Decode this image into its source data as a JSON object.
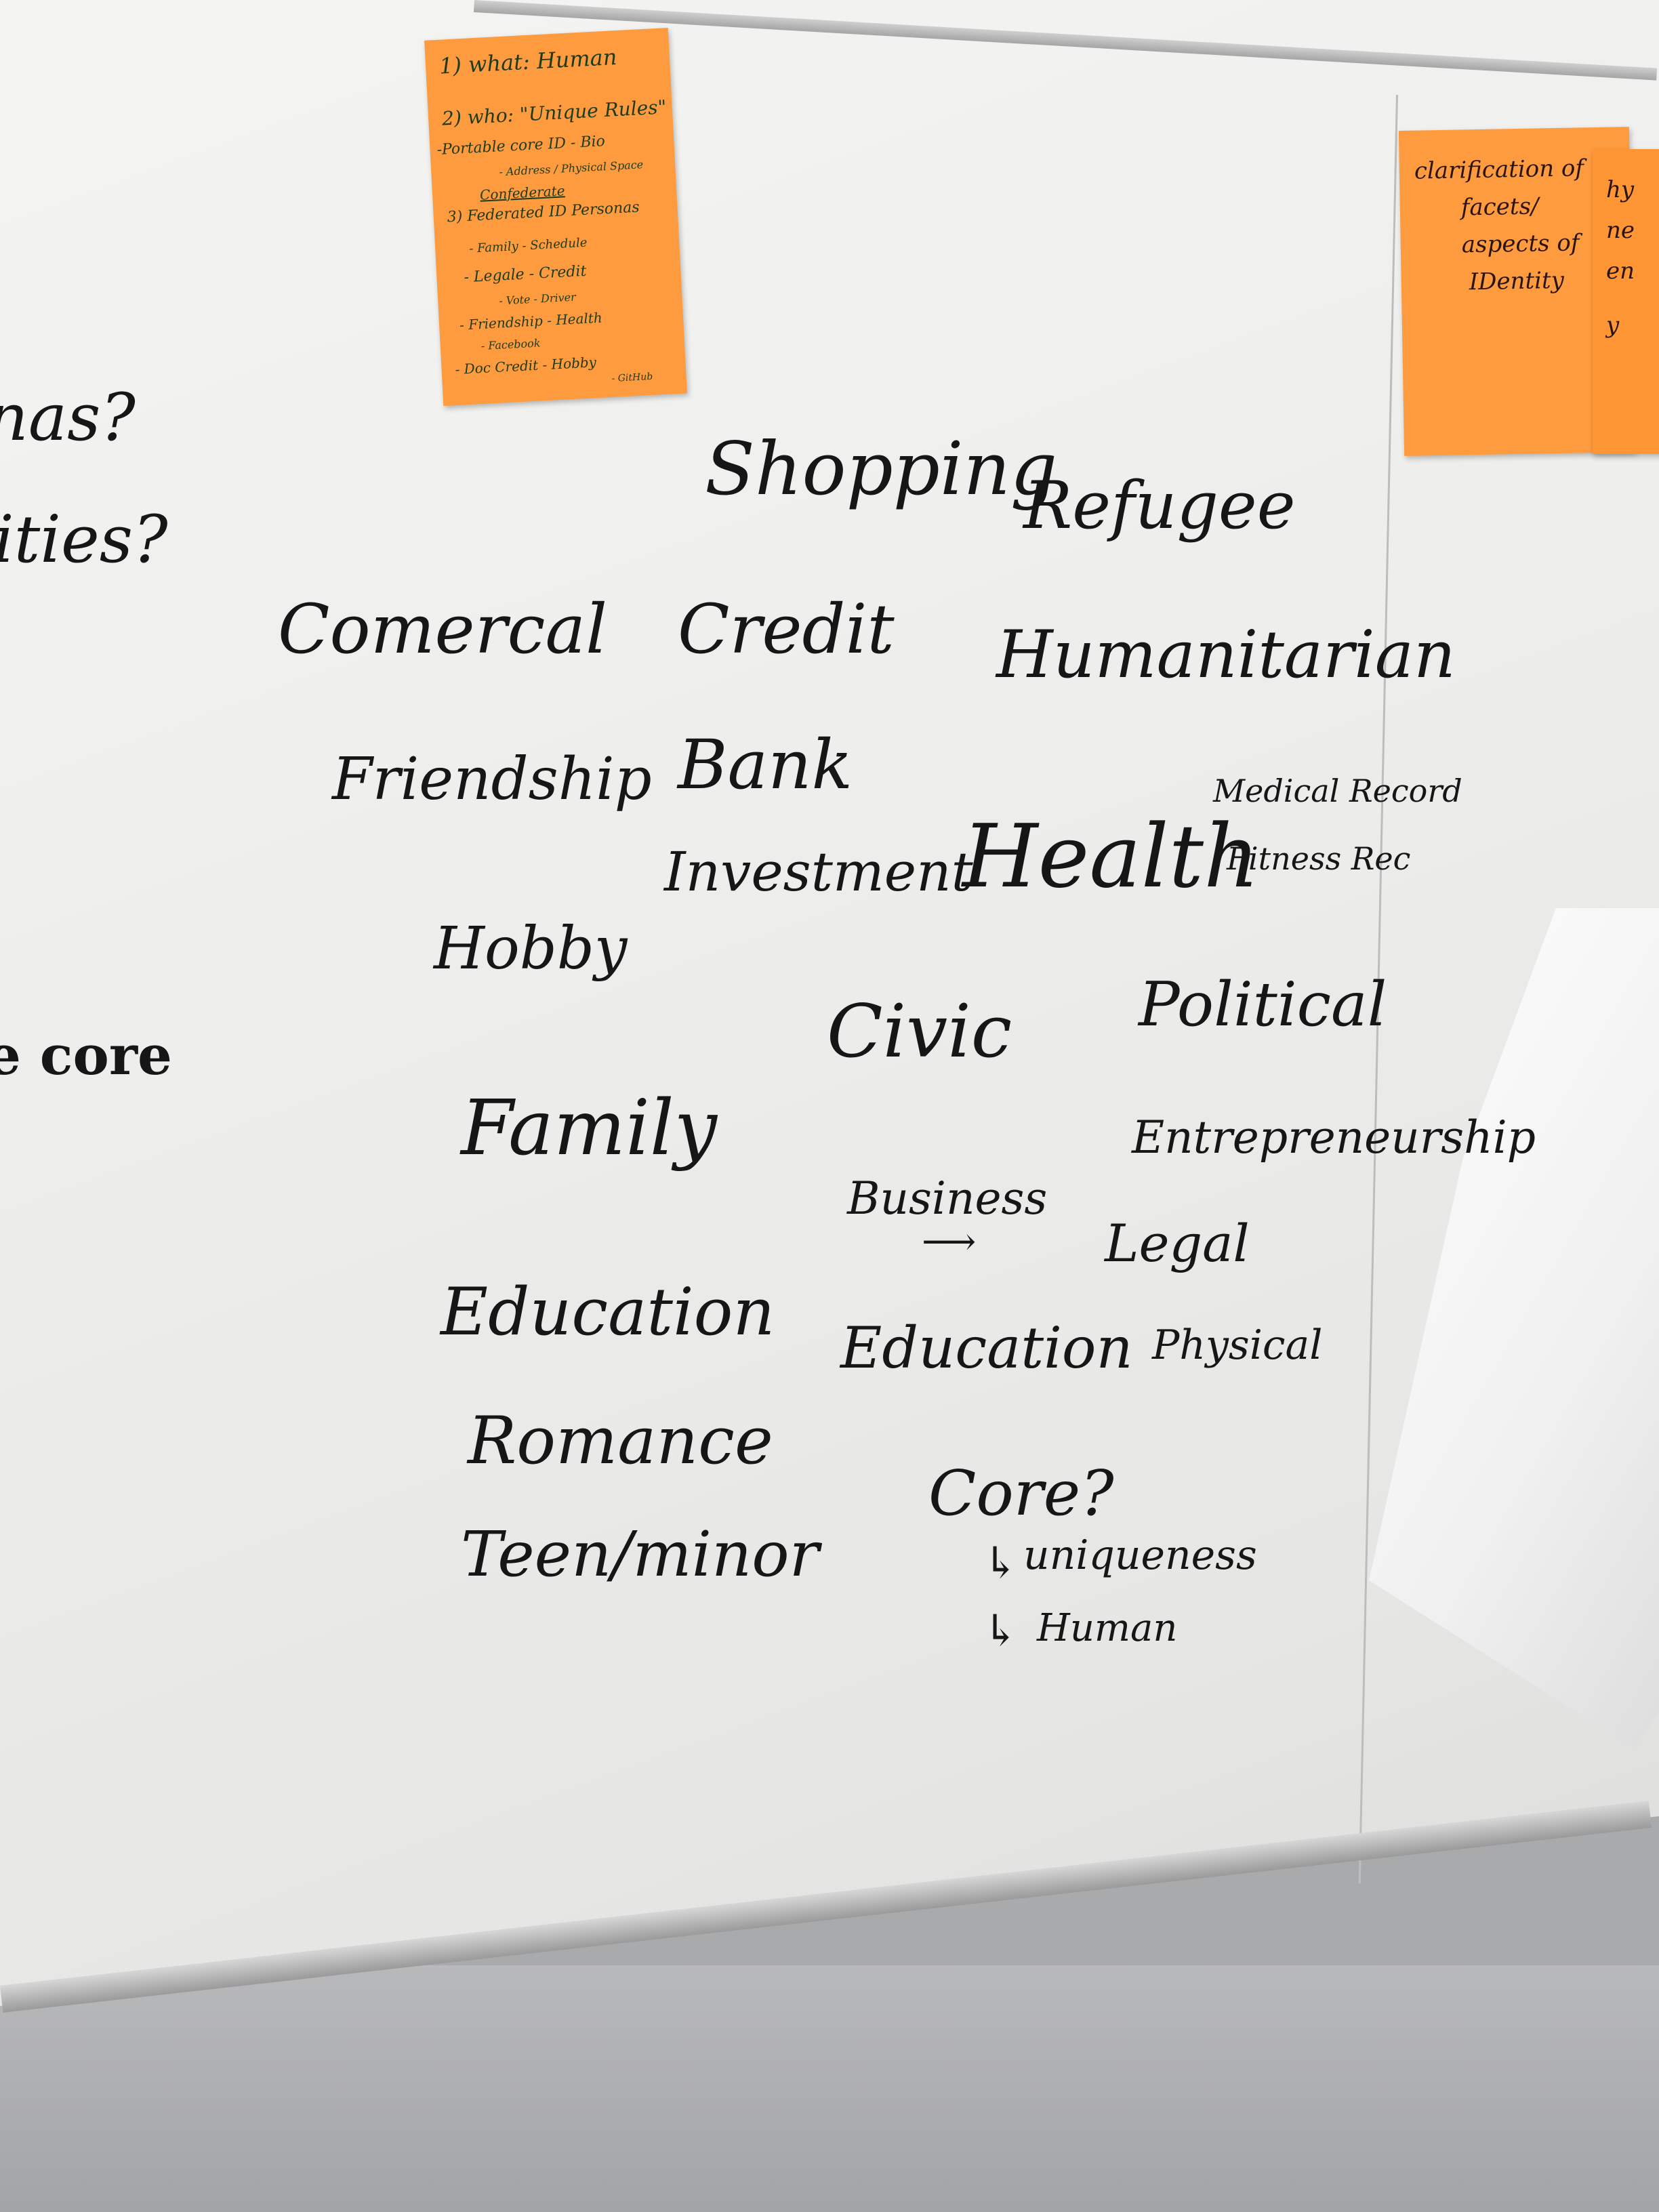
{
  "sticky_note_1": {
    "lines": [
      "1) what: Human",
      "2) who: \"Unique Rules\"",
      "-Portable core ID - Bio",
      "- Address / Physical Space",
      "Confederate",
      "3) Federated ID Personas",
      "- Family - Schedule",
      "- Legale - Credit",
      "- Vote - Driver",
      "- Friendship - Health",
      "- Facebook",
      "- Doc Credit - Hobby",
      "- GitHub"
    ]
  },
  "sticky_note_2": {
    "lines": [
      "clarification of",
      "facets/",
      "aspects of",
      "IDentity"
    ]
  },
  "sticky_note_3": {
    "lines": [
      "hy",
      "ne",
      "en",
      "y"
    ]
  },
  "board_left_fragments": [
    "nas?",
    "ities?",
    "e core"
  ],
  "board_words": {
    "shopping": "Shopping",
    "refugee": "Refugee",
    "comercial": "Comercal",
    "credit": "Credit",
    "humanitarian": "Humanitarian",
    "friendship": "Friendship",
    "bank": "Bank",
    "investment": "Investment",
    "health": "Health",
    "medical_record": "Medical Record",
    "fitness_rec": "Fitness Rec",
    "hobby": "Hobby",
    "civic": "Civic",
    "political": "Political",
    "family": "Family",
    "entrepreneurship": "Entrepreneurship",
    "business": "Business",
    "legal": "Legal",
    "education_left": "Education",
    "education_right": "Education",
    "physical": "Physical",
    "romance": "Romance",
    "teen_minor": "Teen/minor",
    "core": "Core?",
    "uniqueness": "uniqueness",
    "human": "Human"
  }
}
